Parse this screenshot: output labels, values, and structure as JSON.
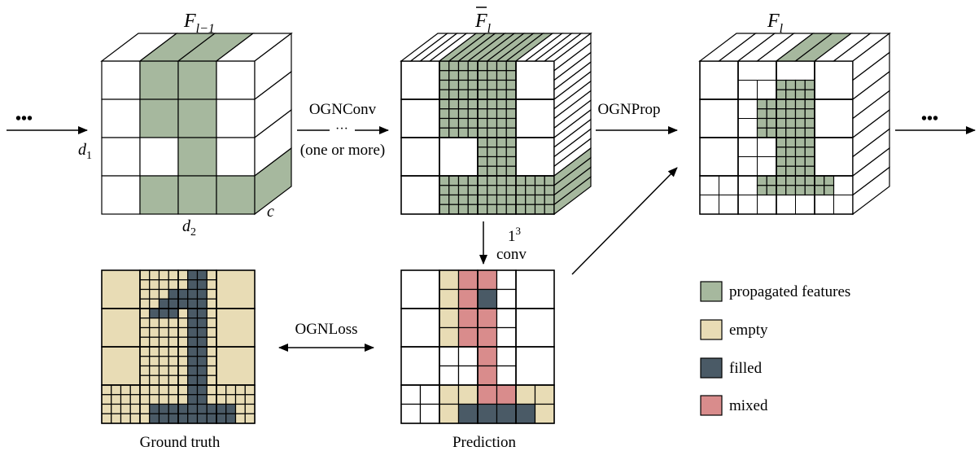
{
  "colors": {
    "propagated": "#a6b89e",
    "empty": "#e8dcb5",
    "filled": "#4a5a66",
    "mixed": "#d98c8c",
    "line": "#000000"
  },
  "titles": {
    "f_prev": {
      "base": "F",
      "sub": "l−1"
    },
    "f_bar": {
      "base": "F",
      "sub": "l"
    },
    "f_out": {
      "base": "F",
      "sub": "l"
    }
  },
  "dims": {
    "d1": "d",
    "d1_sub": "1",
    "d2": "d",
    "d2_sub": "2",
    "c": "c"
  },
  "ellipsis": "•••",
  "edges": {
    "ognconv": "OGNConv",
    "ognconv_dots": "···",
    "ognconv_sub": "(one or more)",
    "ognprop": "OGNProp",
    "conv_top": "1",
    "conv_sup": "3",
    "conv_bottom": "conv",
    "ognloss": "OGNLoss"
  },
  "captions": {
    "ground_truth": "Ground truth",
    "prediction": "Prediction"
  },
  "legend": [
    {
      "key": "propagated",
      "label": "propagated features"
    },
    {
      "key": "empty",
      "label": "empty"
    },
    {
      "key": "filled",
      "label": "filled"
    },
    {
      "key": "mixed",
      "label": "mixed"
    }
  ]
}
